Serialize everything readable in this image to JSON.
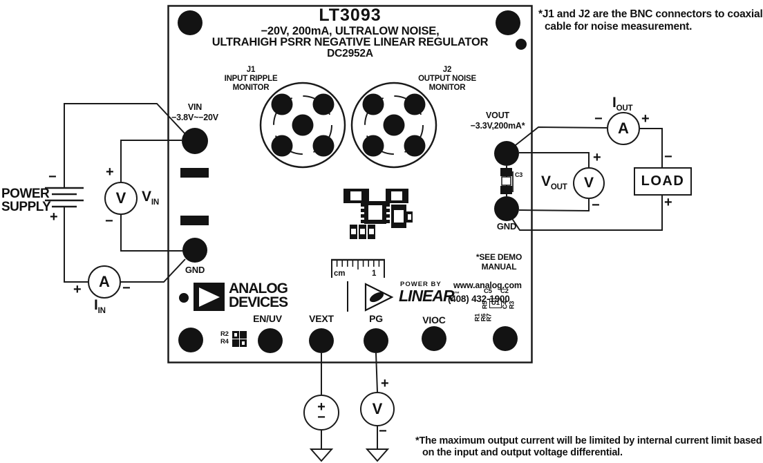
{
  "symbols": {
    "plus": "+",
    "minus": "−"
  },
  "notes": {
    "bnc_line1": "*J1 and J2 are the BNC connectors to coaxial",
    "bnc_line2": "cable for noise measurement.",
    "limit_line1": "*The maximum output current will be limited by internal current limit based",
    "limit_line2": "on the input and output voltage differential."
  },
  "board": {
    "title": "LT3093",
    "subtitle1": "−20V, 200mA, ULTRALOW NOISE,",
    "subtitle2": "ULTRAHIGH PSRR NEGATIVE LINEAR REGULATOR",
    "subtitle3": "DC2952A",
    "j1_ref": "J1",
    "j1_line1": "INPUT RIPPLE",
    "j1_line2": "MONITOR",
    "j2_ref": "J2",
    "j2_line1": "OUTPUT NOISE",
    "j2_line2": "MONITOR",
    "vin_label": "VIN",
    "vin_range": "−3.8V~−20V",
    "gnd_left_label": "GND",
    "vout_label": "VOUT",
    "vout_range": "−3.3V,200mA*",
    "gnd_right_label": "GND",
    "c3_ref": "C3",
    "see_demo_line1": "*SEE DEMO",
    "see_demo_line2": "MANUAL",
    "ruler_unit": "cm",
    "ruler_mark": "1",
    "adi_line1": "ANALOG",
    "adi_line2": "DEVICES",
    "power_by": "POWER BY",
    "linear": "LINEAR",
    "trademark": "™",
    "url": "www.analog.com",
    "phone": "(408) 432-1900",
    "pin_enuv": "EN/UV",
    "pin_vext": "VEXT",
    "pin_pg": "PG",
    "pin_vioc": "VIOC",
    "ref_r2": "R2",
    "ref_r4": "R4",
    "ref_c5": "C5",
    "ref_c2": "C2",
    "ref_r5": "R5",
    "ref_u1": "U1",
    "ref_c4": "C4",
    "ref_r3": "R3",
    "ref_r1": "R1",
    "ref_r6": "R6",
    "ref_r7": "R7"
  },
  "external": {
    "power_supply_line1": "POWER",
    "power_supply_line2": "SUPPLY",
    "vin_meter_glyph": "V",
    "vin_label_main": "V",
    "vin_label_sub": "IN",
    "iin_meter_glyph": "A",
    "iin_label_main": "I",
    "iin_label_sub": "IN",
    "iout_meter_glyph": "A",
    "iout_label_main": "I",
    "iout_label_sub": "OUT",
    "vout_meter_glyph": "V",
    "vout_label_main": "V",
    "vout_label_sub": "OUT",
    "pg_meter_glyph": "V",
    "load_label": "LOAD"
  }
}
